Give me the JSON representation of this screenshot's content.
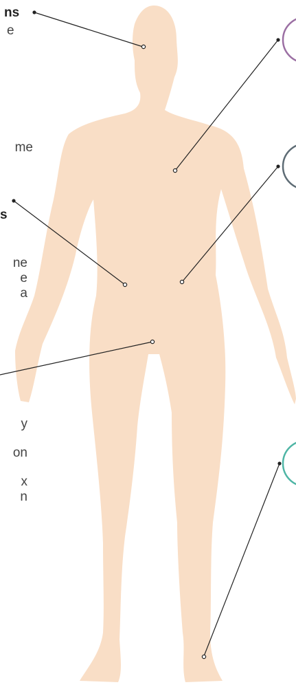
{
  "colors": {
    "body": "#F9DEC6",
    "line": "#222222",
    "circle_top": "#9B6FA3",
    "circle_mid": "#5E6C75",
    "circle_bottom": "#4FB5A5"
  },
  "left_text": {
    "top_heading": "ns",
    "top_line1": "e",
    "mid_line": "me",
    "heading2": "s",
    "lines2": [
      "ne",
      "e",
      "a"
    ],
    "lower": [
      "y",
      "on",
      "x",
      "n"
    ]
  }
}
